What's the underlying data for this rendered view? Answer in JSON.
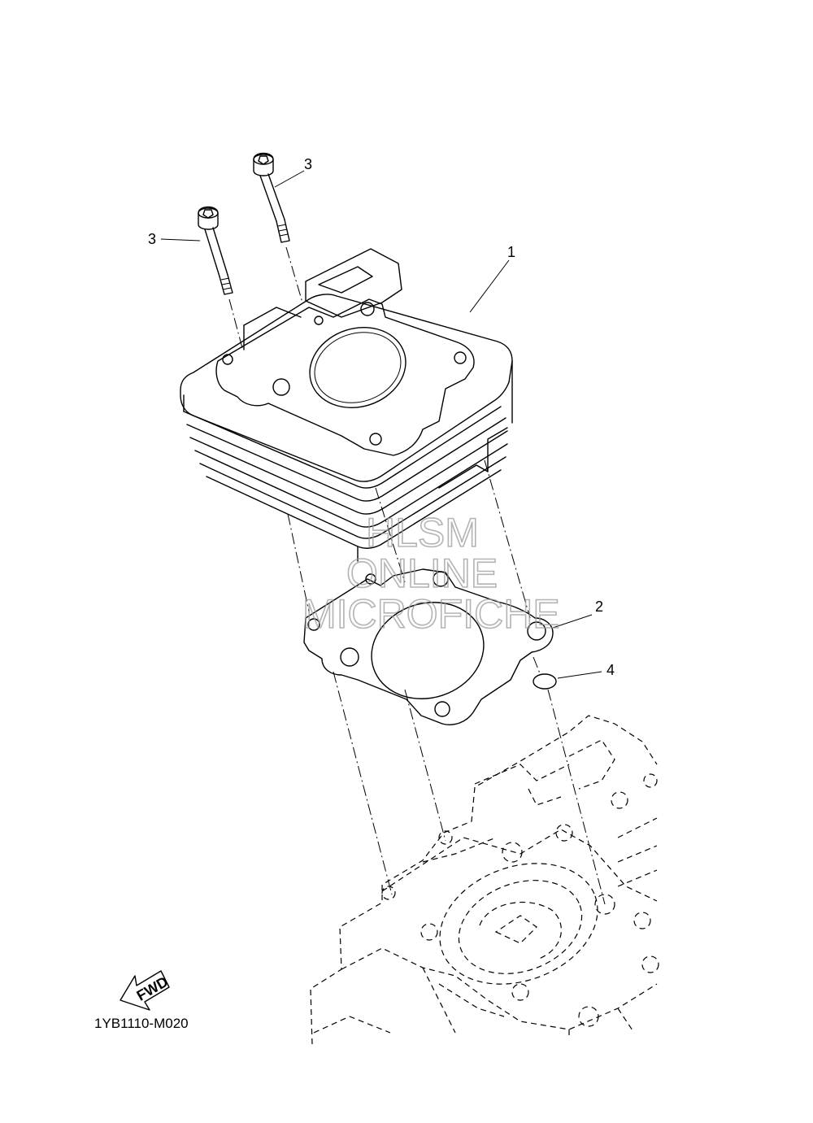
{
  "diagram": {
    "part_numbers": {
      "cylinder": "1",
      "gasket": "2",
      "bolt_left": "3",
      "bolt_right": "3",
      "o_ring": "4"
    },
    "fwd_label": "FWD",
    "drawing_code": "1YB1110-M020",
    "watermark": [
      "HLSM",
      "ONLINE",
      "MICROFICHE"
    ]
  }
}
